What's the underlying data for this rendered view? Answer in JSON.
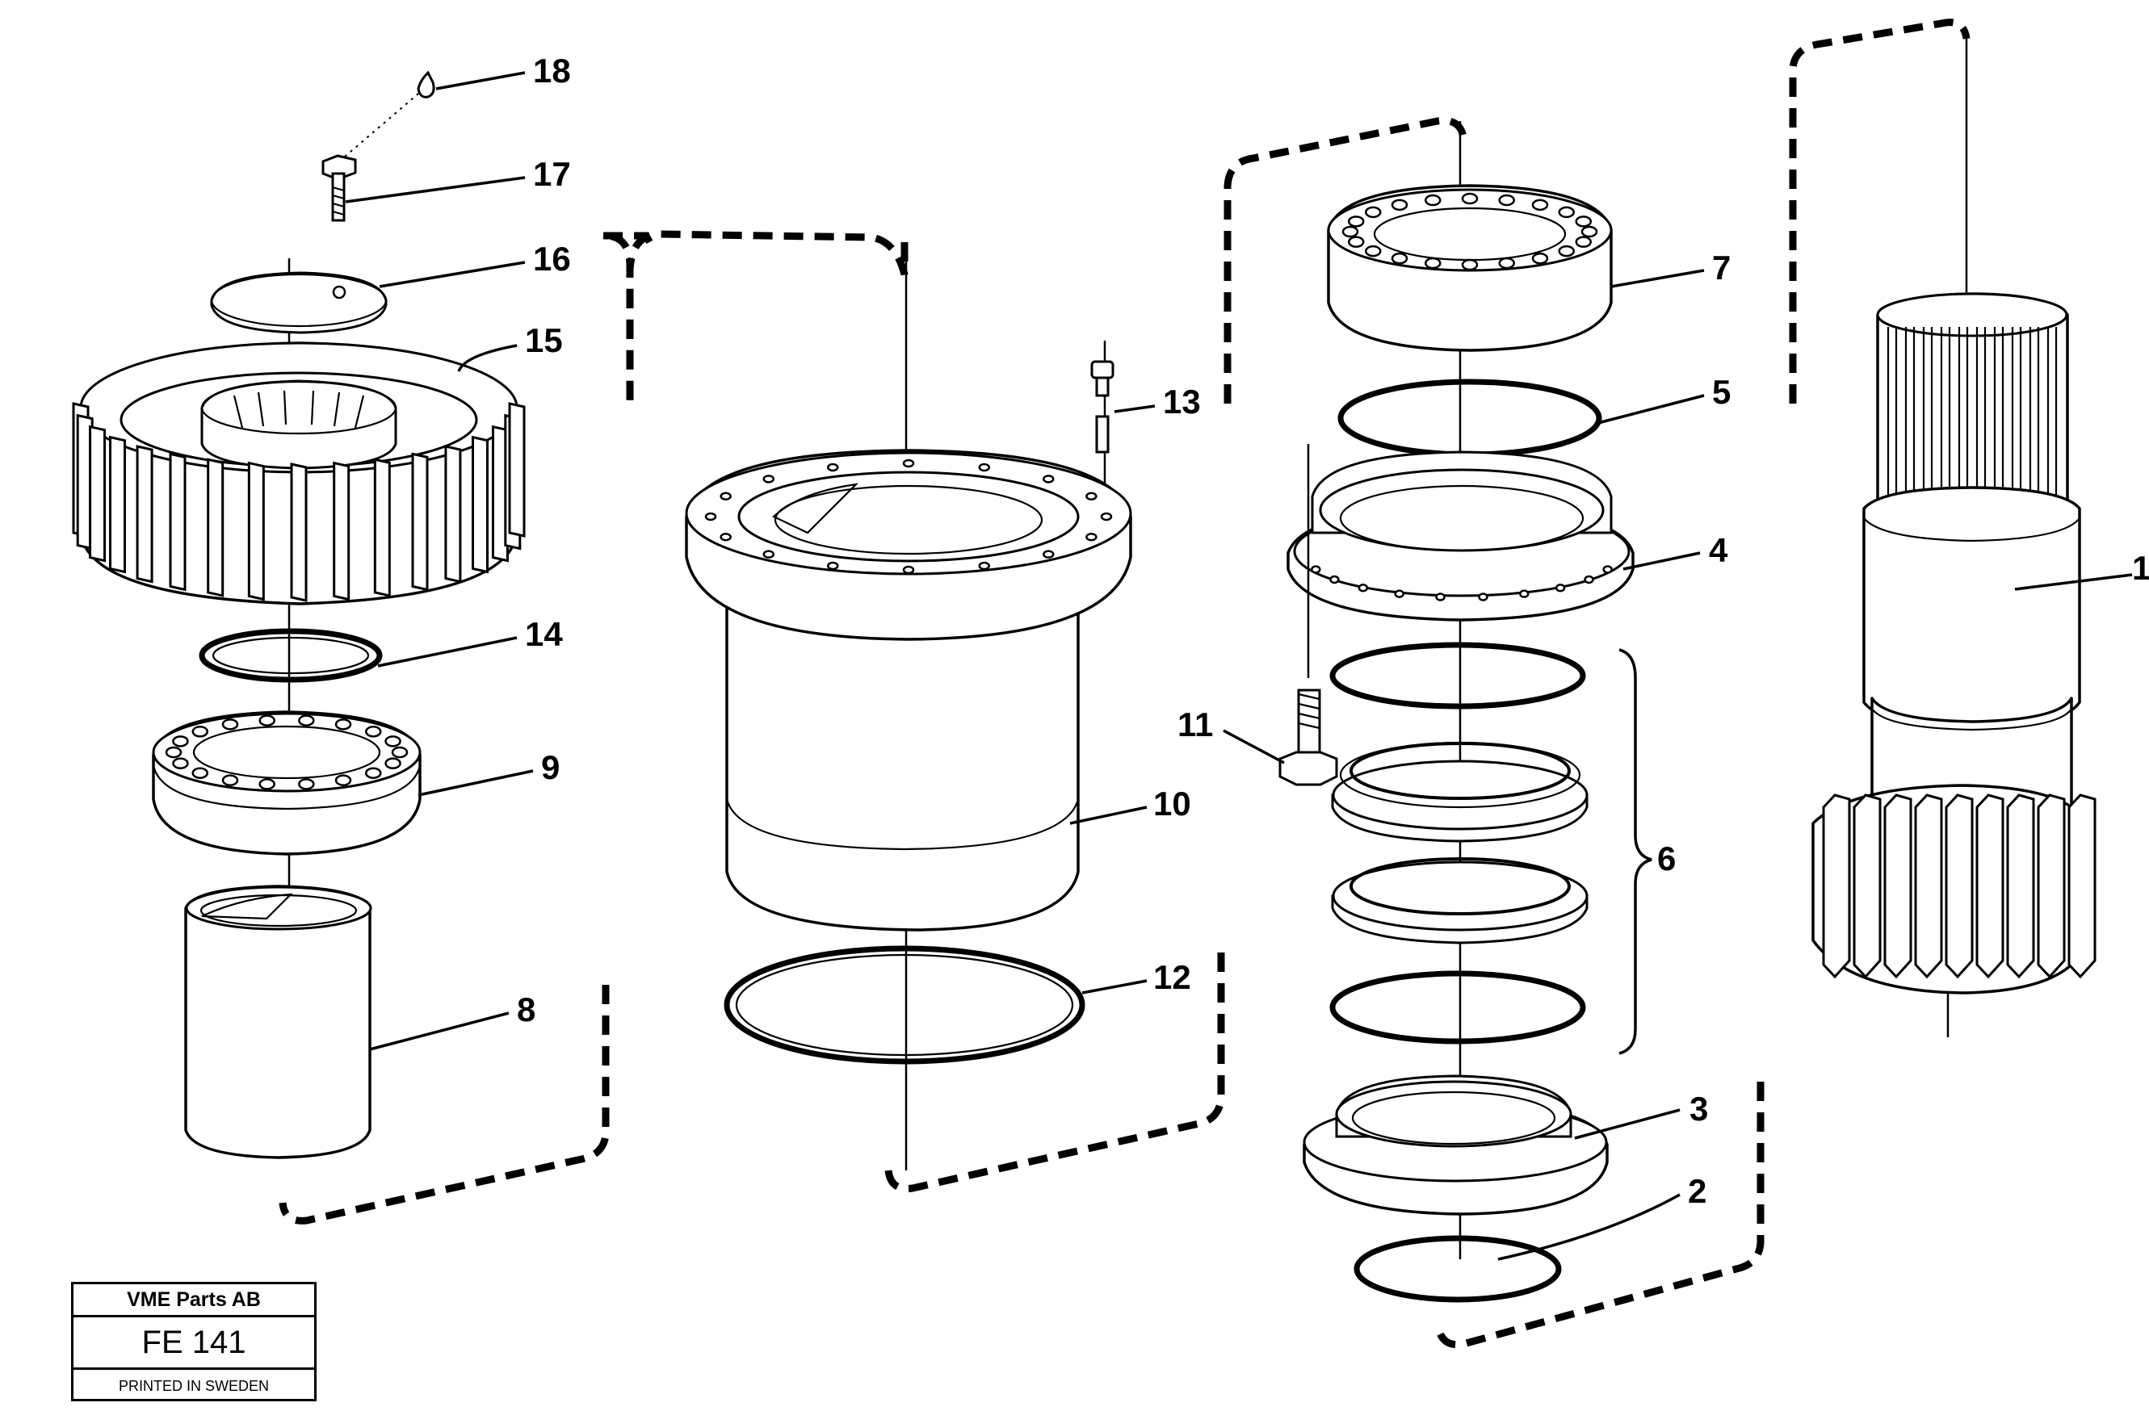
{
  "callouts": {
    "c1": "1",
    "c2": "2",
    "c3": "3",
    "c4": "4",
    "c5": "5",
    "c6": "6",
    "c7": "7",
    "c8": "8",
    "c9": "9",
    "c10": "10",
    "c11": "11",
    "c12": "12",
    "c13": "13",
    "c14": "14",
    "c15": "15",
    "c16": "16",
    "c17": "17",
    "c18": "18"
  },
  "title_block": {
    "company": "VME Parts AB",
    "code": "FE 141",
    "printed": "PRINTED IN SWEDEN"
  }
}
